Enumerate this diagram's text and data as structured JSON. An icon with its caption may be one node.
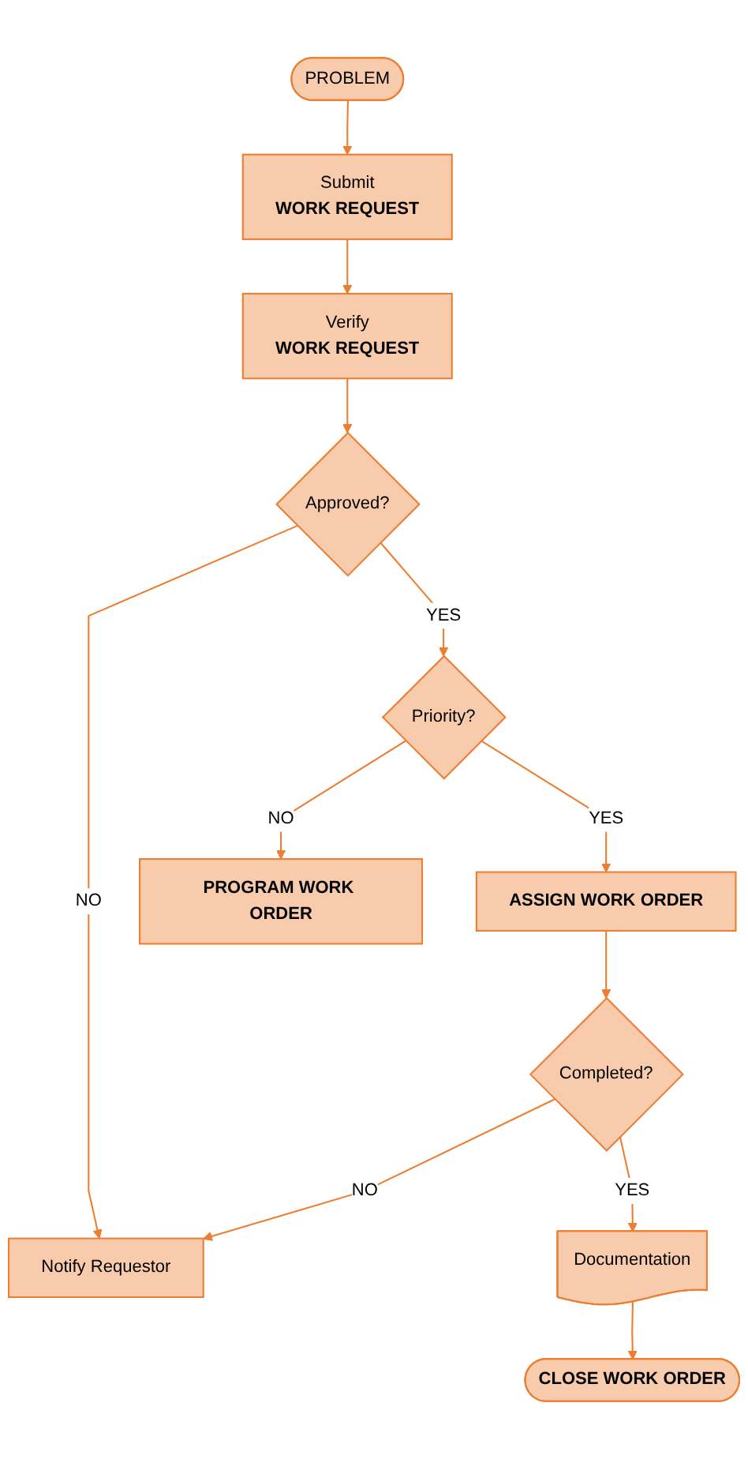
{
  "diagram": {
    "nodes": [
      {
        "text": [
          "PROBLEM"
        ]
      },
      {
        "text": [
          "Submit",
          "WORK REQUEST"
        ]
      },
      {
        "text": [
          "Verify",
          "WORK REQUEST"
        ]
      },
      {
        "text": [
          "Approved?"
        ]
      },
      {
        "text": [
          "Notify Requestor"
        ]
      },
      {
        "text": [
          "Priority?"
        ]
      },
      {
        "text": [
          "PROGRAM WORK ORDER"
        ]
      },
      {
        "text": [
          "ASSIGN WORK ORDER"
        ]
      },
      {
        "text": [
          "Completed?"
        ]
      },
      {
        "text": [
          "Documentation"
        ]
      },
      {
        "text": [
          "CLOSE WORK ORDER"
        ]
      }
    ],
    "edges": [
      {
        "from": 0,
        "to": 1,
        "arrow": "to"
      },
      {
        "from": 1,
        "to": 2,
        "arrow": "to"
      },
      {
        "from": 2,
        "to": 3,
        "arrow": "to"
      },
      {
        "from": 3,
        "to": 4,
        "arrow": "to",
        "label": "NO"
      },
      {
        "from": 3,
        "to": 5,
        "arrow": "to",
        "label": "YES"
      },
      {
        "from": 5,
        "to": 6,
        "arrow": "to",
        "label": "NO"
      },
      {
        "from": 5,
        "to": 7,
        "arrow": "to",
        "label": "YES"
      },
      {
        "from": 7,
        "to": 8,
        "arrow": "to"
      },
      {
        "from": 8,
        "to": 4,
        "arrow": "to",
        "label": "NO"
      },
      {
        "from": 8,
        "to": 9,
        "arrow": "to",
        "label": "YES"
      },
      {
        "from": 9,
        "to": 10,
        "arrow": "to"
      }
    ]
  }
}
